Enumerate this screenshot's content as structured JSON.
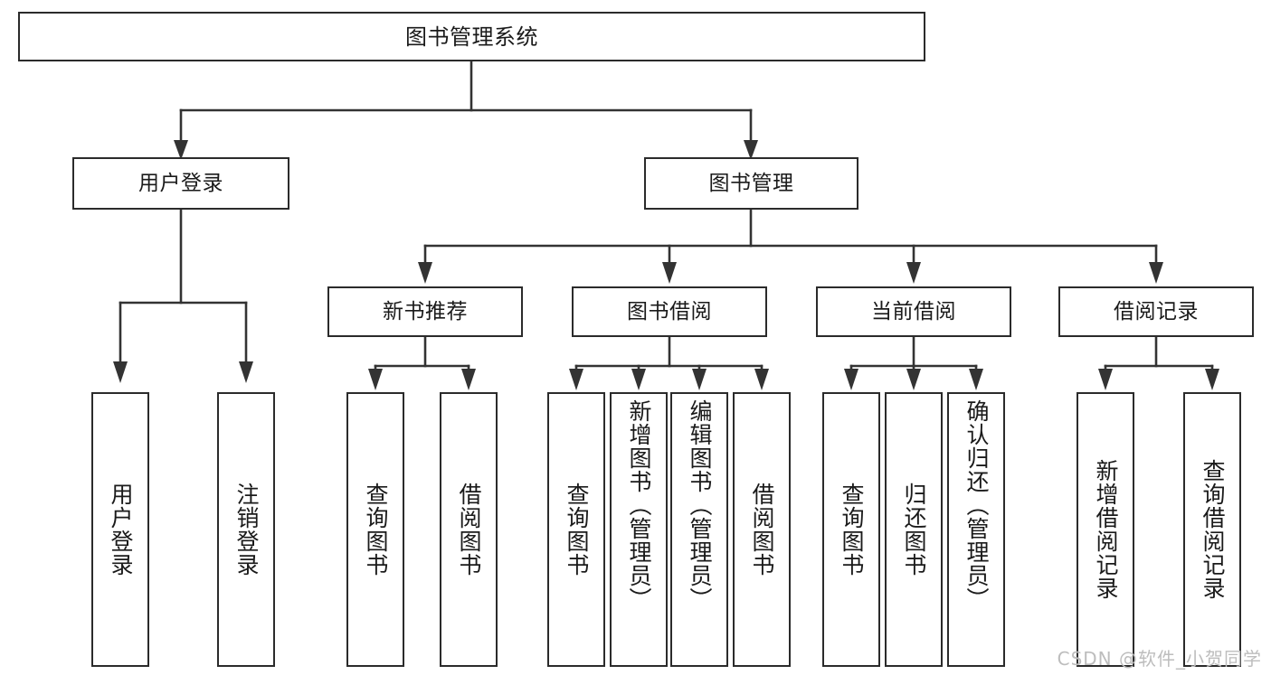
{
  "diagram": {
    "title": "图书管理系统",
    "type": "tree-diagram",
    "watermark": "CSDN @软件_小贺同学",
    "colors": {
      "border": "#2b2b2b",
      "background": "#ffffff",
      "text": "#1a1a1a",
      "connector": "#333333",
      "watermark": "#bdbdbd"
    },
    "levels": {
      "root": {
        "label": "图书管理系统"
      },
      "level1": [
        {
          "label": "用户登录"
        },
        {
          "label": "图书管理"
        }
      ],
      "level2": [
        {
          "label": "新书推荐"
        },
        {
          "label": "图书借阅"
        },
        {
          "label": "当前借阅"
        },
        {
          "label": "借阅记录"
        }
      ]
    },
    "leaves": {
      "user_login": [
        {
          "label": "用户登录"
        },
        {
          "label": "注销登录"
        }
      ],
      "new_book_recommend": [
        {
          "label": "查询图书"
        },
        {
          "label": "借阅图书"
        }
      ],
      "book_borrow": [
        {
          "label": "查询图书"
        },
        {
          "label": "新增图书（管理员）"
        },
        {
          "label": "编辑图书（管理员）"
        },
        {
          "label": "借阅图书"
        }
      ],
      "current_borrow": [
        {
          "label": "查询图书"
        },
        {
          "label": "归还图书"
        },
        {
          "label": "确认归还（管理员）"
        }
      ],
      "borrow_record": [
        {
          "label": "新增借阅记录"
        },
        {
          "label": "查询借阅记录"
        }
      ]
    }
  }
}
